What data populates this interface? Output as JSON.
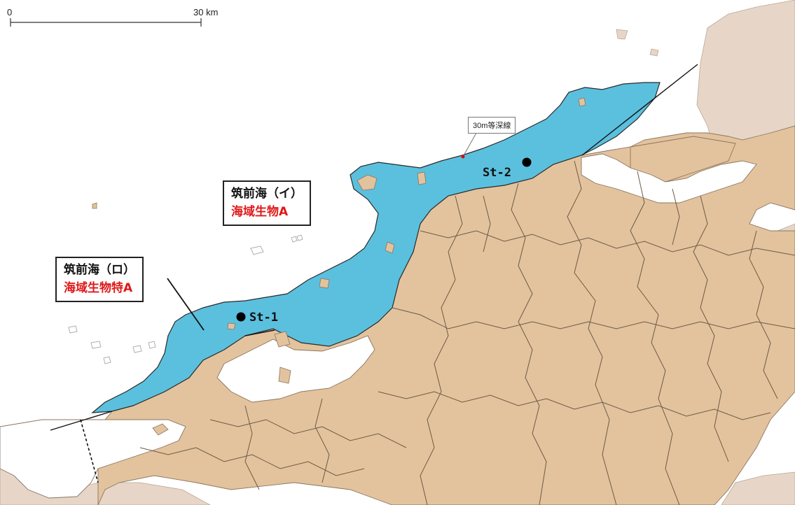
{
  "scale_bar": {
    "start_label": "0",
    "end_label": "30 km"
  },
  "callout": {
    "label": "30m等深線"
  },
  "areas": [
    {
      "name_line": "筑前海（イ）",
      "class_line": "海域生物A"
    },
    {
      "name_line": "筑前海（ロ）",
      "class_line": "海域生物特A"
    }
  ],
  "stations": [
    {
      "label": "St-1"
    },
    {
      "label": "St-2"
    }
  ],
  "colors": {
    "sea_zone": "#5bc0de",
    "land": "#e3c39d",
    "neighbor_land": "#e7d6c7",
    "class_text": "#e01818",
    "boundary": "#6b5a49"
  }
}
